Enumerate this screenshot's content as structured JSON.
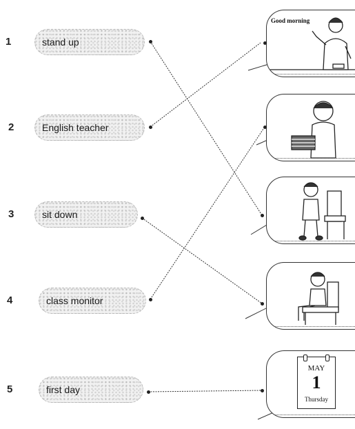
{
  "rows": [
    {
      "number": "1",
      "phrase": "stand up"
    },
    {
      "number": "2",
      "phrase": "English teacher"
    },
    {
      "number": "3",
      "phrase": "sit down"
    },
    {
      "number": "4",
      "phrase": "class monitor"
    },
    {
      "number": "5",
      "phrase": "first day"
    }
  ],
  "pictures": [
    {
      "name": "teacher-greeting",
      "caption": "Good morning"
    },
    {
      "name": "boy-with-books"
    },
    {
      "name": "boy-standing-by-chair"
    },
    {
      "name": "boy-sitting-on-chair"
    },
    {
      "name": "calendar",
      "month": "MAY",
      "day": "1",
      "weekday": "Thursday"
    }
  ],
  "matches": [
    {
      "phrase": "stand up",
      "picture": "boy-standing-by-chair"
    },
    {
      "phrase": "English teacher",
      "picture": "teacher-greeting"
    },
    {
      "phrase": "sit down",
      "picture": "boy-sitting-on-chair"
    },
    {
      "phrase": "class monitor",
      "picture": "boy-with-books"
    },
    {
      "phrase": "first day",
      "picture": "calendar"
    }
  ]
}
